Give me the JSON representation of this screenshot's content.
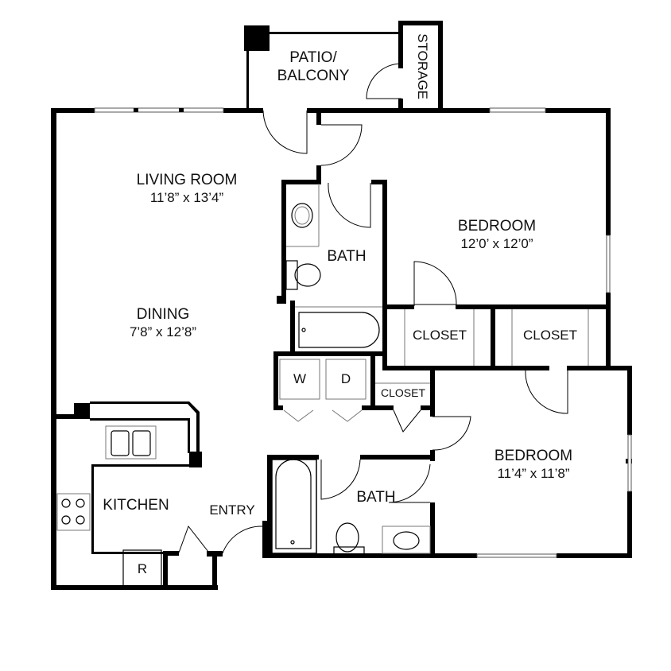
{
  "floor_plan": {
    "rooms": [
      {
        "id": "patio",
        "name": "PATIO/",
        "name2": "BALCONY"
      },
      {
        "id": "storage",
        "name": "STORAGE"
      },
      {
        "id": "living",
        "name": "LIVING ROOM",
        "dims": "11’8” x 13’4”"
      },
      {
        "id": "dining",
        "name": "DINING",
        "dims": "7’8” x 12’8”"
      },
      {
        "id": "bath1",
        "name": "BATH"
      },
      {
        "id": "bedroom1",
        "name": "BEDROOM",
        "dims": "12’0’ x 12’0”"
      },
      {
        "id": "closet1",
        "name": "CLOSET"
      },
      {
        "id": "closet2",
        "name": "CLOSET"
      },
      {
        "id": "closet3",
        "name": "CLOSET"
      },
      {
        "id": "washer",
        "name": "W"
      },
      {
        "id": "dryer",
        "name": "D"
      },
      {
        "id": "bedroom2",
        "name": "BEDROOM",
        "dims": "11’4” x 11’8”"
      },
      {
        "id": "kitchen",
        "name": "KITCHEN"
      },
      {
        "id": "entry",
        "name": "ENTRY"
      },
      {
        "id": "bath2",
        "name": "BATH"
      },
      {
        "id": "fridge",
        "name": "R"
      }
    ]
  }
}
